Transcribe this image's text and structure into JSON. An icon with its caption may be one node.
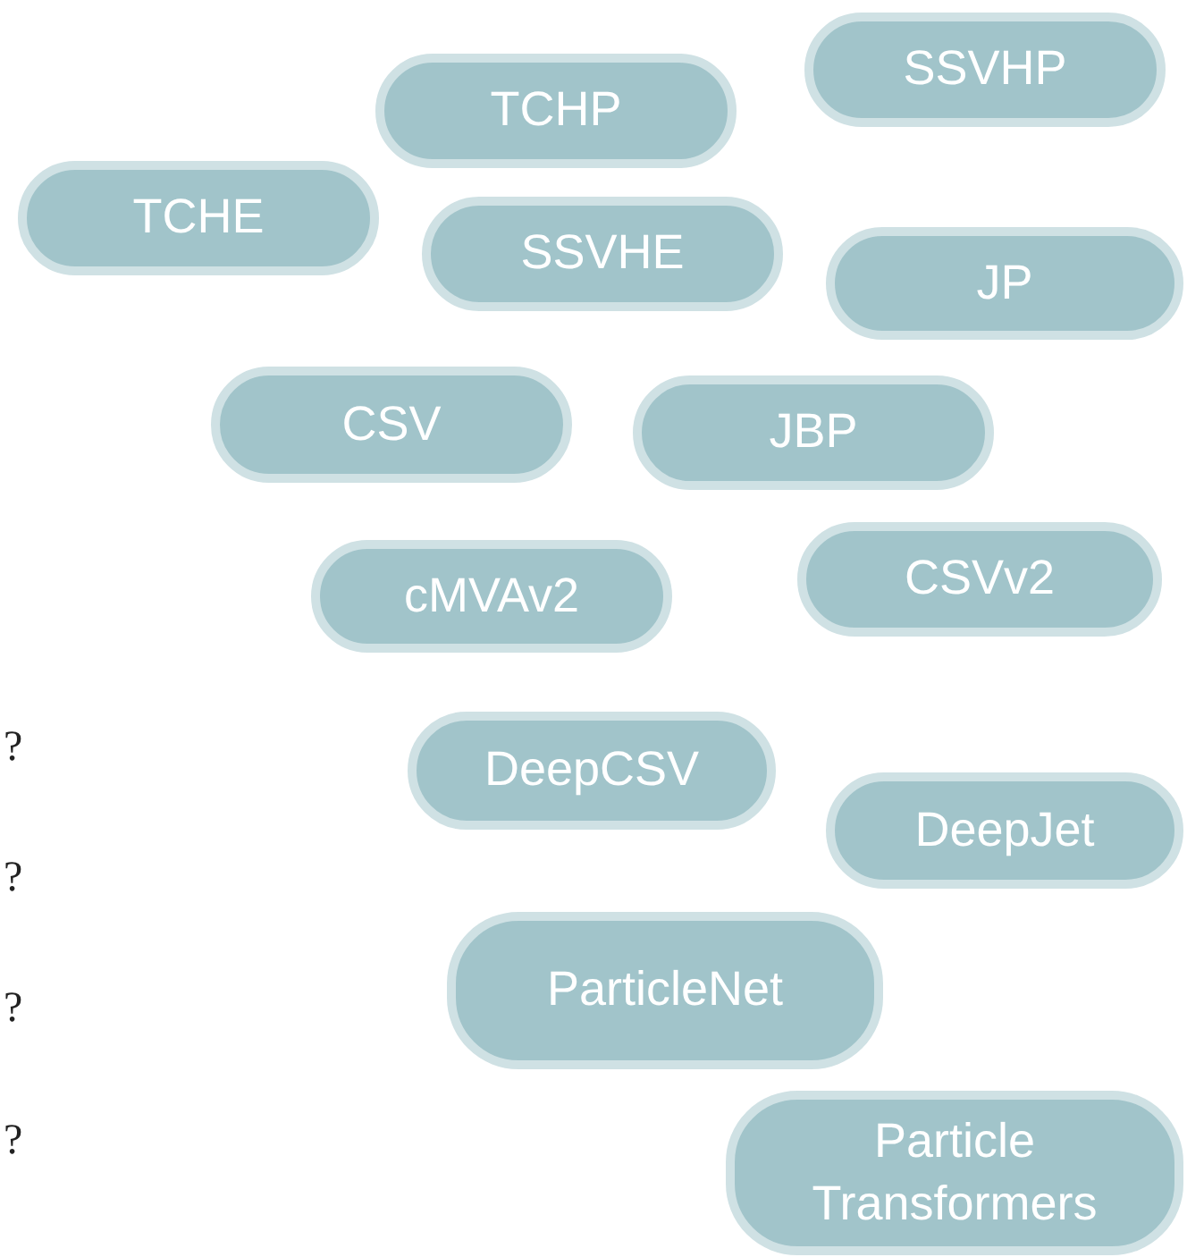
{
  "diagram": {
    "nodes": [
      {
        "text": [
          "SSVHP"
        ]
      },
      {
        "text": [
          "TCHP"
        ]
      },
      {
        "text": [
          "TCHE"
        ]
      },
      {
        "text": [
          "SSVHE"
        ]
      },
      {
        "text": [
          "JP"
        ]
      },
      {
        "text": [
          "CSV"
        ]
      },
      {
        "text": [
          "JBP"
        ]
      },
      {
        "text": [
          "CSVv2"
        ]
      },
      {
        "text": [
          "cMVAv2"
        ]
      },
      {
        "text": [
          "DeepCSV"
        ]
      },
      {
        "text": [
          "DeepJet"
        ]
      },
      {
        "text": [
          "ParticleNet"
        ]
      },
      {
        "text": [
          "Particle Transformers"
        ]
      }
    ],
    "labels": [
      "?",
      "?",
      "?",
      "?"
    ]
  }
}
